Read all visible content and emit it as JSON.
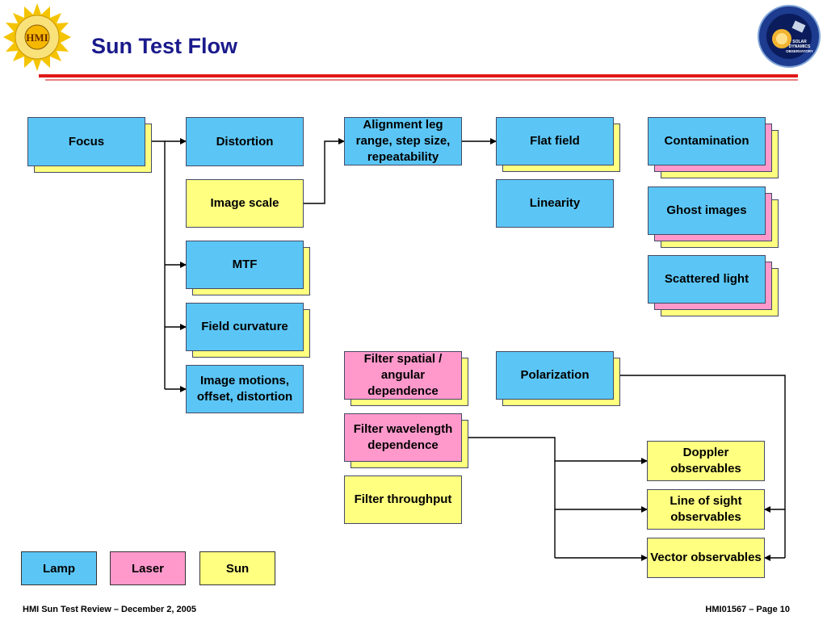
{
  "header": {
    "title": "Sun Test Flow",
    "logo_left_text": "HMI",
    "logo_right_text": "SOLAR DYNAMICS OBSERVATORY"
  },
  "colors": {
    "lamp": "#5bc6f6",
    "laser": "#ff99cc",
    "sun": "#ffff80",
    "accent": "#e01818",
    "title": "#1a1a8c"
  },
  "nodes": {
    "focus": {
      "label": "Focus"
    },
    "distortion": {
      "label": "Distortion"
    },
    "image_scale": {
      "label": "Image scale"
    },
    "mtf": {
      "label": "MTF"
    },
    "field_curvature": {
      "label": "Field curvature"
    },
    "image_motions": {
      "label": "Image motions, offset, distortion"
    },
    "alignment_leg": {
      "label": "Alignment leg range, step size, repeatability"
    },
    "flat_field": {
      "label": "Flat field"
    },
    "linearity": {
      "label": "Linearity"
    },
    "contamination": {
      "label": "Contamination"
    },
    "ghost_images": {
      "label": "Ghost images"
    },
    "scattered_light": {
      "label": "Scattered light"
    },
    "filter_spatial": {
      "label": "Filter spatial / angular dependence"
    },
    "filter_wavelength": {
      "label": "Filter wavelength dependence"
    },
    "filter_throughput": {
      "label": "Filter throughput"
    },
    "polarization": {
      "label": "Polarization"
    },
    "doppler": {
      "label": "Doppler observables"
    },
    "line_of_sight": {
      "label": "Line of sight observables"
    },
    "vector": {
      "label": "Vector observables"
    }
  },
  "legend": {
    "lamp": "Lamp",
    "laser": "Laser",
    "sun": "Sun"
  },
  "footer": {
    "left": "HMI Sun Test Review – December 2, 2005",
    "right": "HMI01567 – Page 10"
  }
}
